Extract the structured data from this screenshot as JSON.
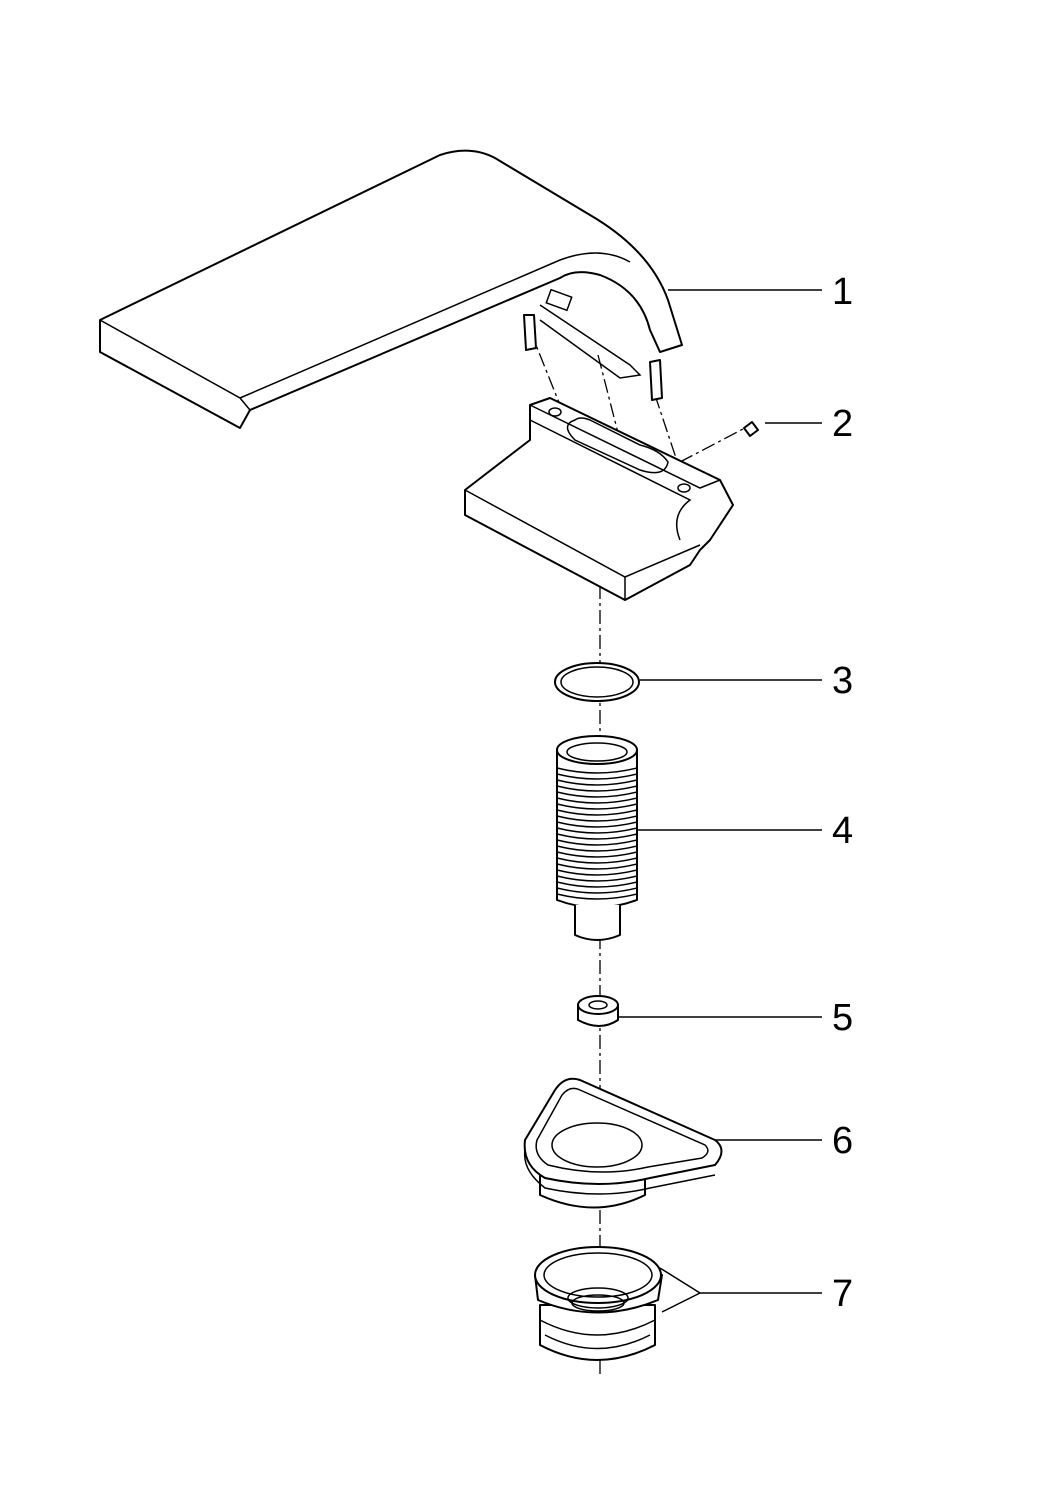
{
  "diagram": {
    "type": "exploded parts diagram",
    "parts": [
      {
        "number": "1"
      },
      {
        "number": "2"
      },
      {
        "number": "3"
      },
      {
        "number": "4"
      },
      {
        "number": "5"
      },
      {
        "number": "6"
      },
      {
        "number": "7"
      }
    ]
  }
}
